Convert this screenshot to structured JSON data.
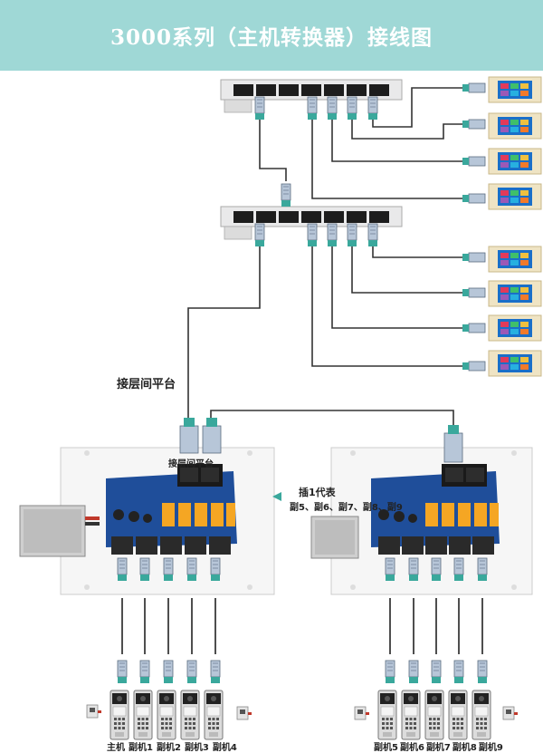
{
  "title": "3000系列（主机转换器）接线图",
  "labels": {
    "floor_platform": "接层间平台",
    "floor_platform_board": "接层间平台",
    "insert1_title": "插1代表",
    "insert1_detail": "副5、副6、副7、副8、副9"
  },
  "left_units": [
    "主机",
    "副机1",
    "副机2",
    "副机3",
    "副机4"
  ],
  "right_units": [
    "副机5",
    "副机6",
    "副机7",
    "副机8",
    "副机9"
  ],
  "colors": {
    "title_bg": "#9fd8d6",
    "cable": "#333333",
    "connector": "#3aa89c",
    "relay": "#f5a623",
    "pcb": "#1f4e9a"
  }
}
